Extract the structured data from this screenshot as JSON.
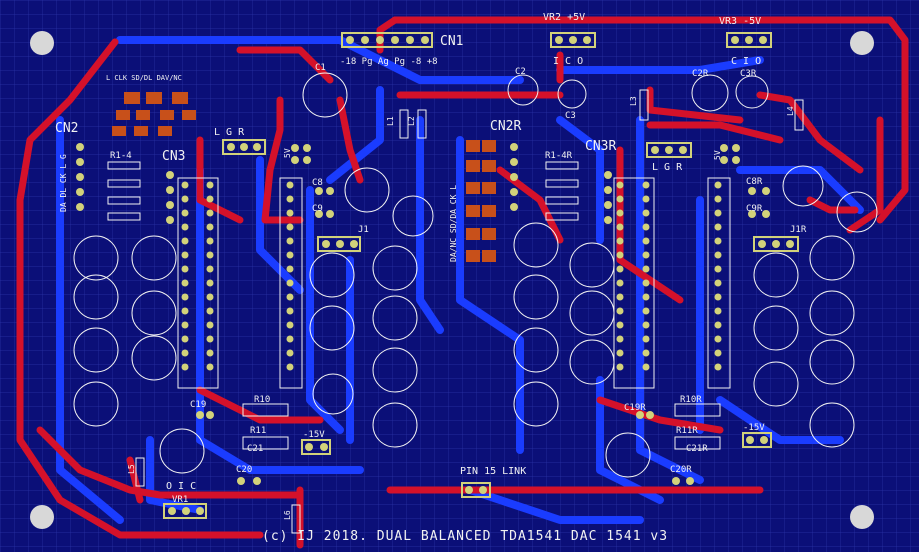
{
  "colors": {
    "background": "#000000",
    "board": "#0b0f78",
    "grid": "#2a34a6",
    "top_copper": "#d4112a",
    "bottom_copper": "#1a3cff",
    "silkscreen": "#f2f2f2",
    "pad": "#d2d27a",
    "jumper_pad": "#c8501a",
    "mount_hole": "#d8d8d8"
  },
  "connectors": {
    "cn1": "CN1",
    "cn1_pins": "-18 Pg Ag Pg -8 +8",
    "cn2": "CN2",
    "cn2_pins_top": "L  CLK  SD/DL DAV/NC",
    "cn2_side": "DA DL CK L G",
    "cn2r": "CN2R",
    "cn2r_side": "DA/NC SD/DA CK L",
    "cn3": "CN3",
    "cn3r": "CN3R"
  },
  "regulators": {
    "vr1": "VR1",
    "vr1_pins": "O I C",
    "vr2": "VR2 +5V",
    "vr2_pins": "I C O",
    "vr3": "VR3 -5V",
    "vr3_pins": "C I O"
  },
  "labels": {
    "lgr": "L G R",
    "lgr_r": "L G R",
    "r1_4": "R1-4",
    "r1_4r": "R1-4R",
    "c1": "C1",
    "c2": "C2",
    "c3": "C3",
    "c2r": "C2R",
    "c3r": "C3R",
    "c8": "C8",
    "c9": "C9",
    "c8r": "C8R",
    "c9r": "C9R",
    "c19": "C19",
    "c19r": "C19R",
    "c20": "C20",
    "c20r": "C20R",
    "c21": "C21",
    "c21r": "C21R",
    "r10": "R10",
    "r10r": "R10R",
    "r11": "R11",
    "r11r": "R11R",
    "j1": "J1",
    "j1r": "J1R",
    "minus15": "-15V",
    "minus15r": "-15V",
    "pin15": "PIN 15 LINK",
    "l1": "L1",
    "l2": "L2",
    "l3": "L3",
    "l4": "L4",
    "l5": "L5",
    "l6": "L6",
    "five_v": "5V",
    "five_vr": "5V"
  },
  "footer": "(c) IJ 2018. DUAL BALANCED TDA1541 DAC  1541 v3"
}
